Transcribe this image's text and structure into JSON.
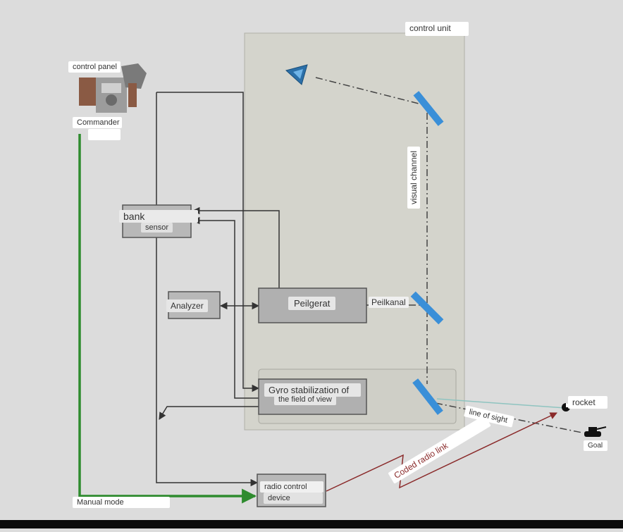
{
  "labels": {
    "control_unit": "control unit",
    "control_panel": "control panel",
    "commander": "Commander",
    "bank": "bank",
    "sensor": "sensor",
    "analyzer": "Analyzer",
    "peilgerat": "Peilgerat",
    "peilkanal": "Peilkanal",
    "visual_channel": "visual channel",
    "gyro_line1": "Gyro stabilization of",
    "gyro_line2": "the field of view",
    "radio_line1": "radio control",
    "radio_line2": "device",
    "manual_mode": "Manual mode",
    "coded_radio_link": "Coded radio link",
    "line_of_sight": "line of sight",
    "rocket": "rocket",
    "goal": "Goal"
  },
  "colors": {
    "background": "#dcdcdc",
    "control_unit_fill": "#d4d4cc",
    "block_fill": "#b8b8b8",
    "line": "#333333",
    "manual_path": "#2e8b2e",
    "radio_link": "#8a2a2a",
    "mirror": "#3a8fd8"
  }
}
